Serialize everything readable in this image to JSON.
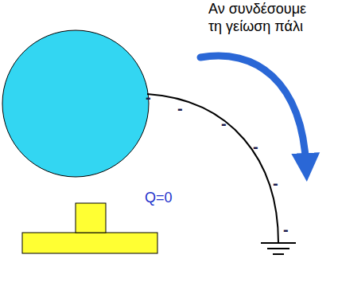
{
  "diagram": {
    "labels": [
      "Αν συνδέσουμε τη γείωση πάλι",
      "Q=0",
      "-",
      "-",
      "-",
      "-",
      "-",
      "-"
    ]
  }
}
